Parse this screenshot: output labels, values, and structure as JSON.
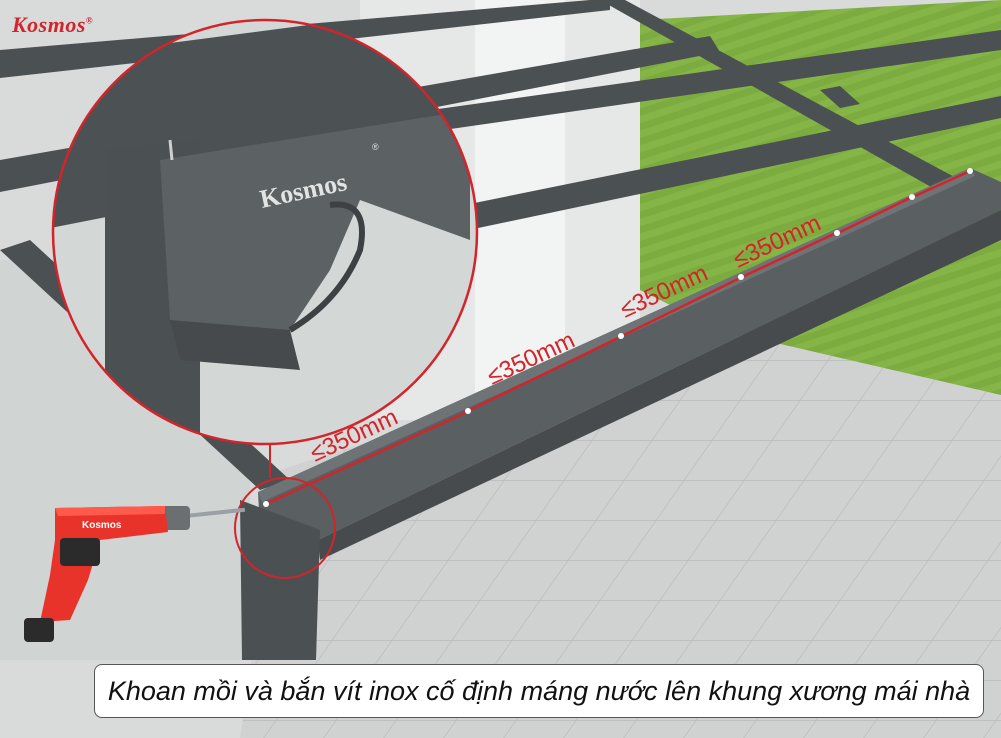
{
  "brand": {
    "logo_text": "Kosmos",
    "registered_mark": "®"
  },
  "detail_zoom": {
    "logo_text": "Kosmos",
    "registered_mark": "®"
  },
  "drill": {
    "brand_text": "Kosmos"
  },
  "measurements": [
    "≤350mm",
    "≤350mm",
    "≤350mm",
    "≤350mm"
  ],
  "caption": {
    "text": "Khoan mồi và bắn vít inox cố định máng nước lên khung xương mái nhà"
  },
  "colors": {
    "accent": "#d3242b",
    "frame": "#4b5052",
    "gutter": "#5a5f61",
    "grass": "#7aa83d",
    "paving": "#c9cccb"
  }
}
